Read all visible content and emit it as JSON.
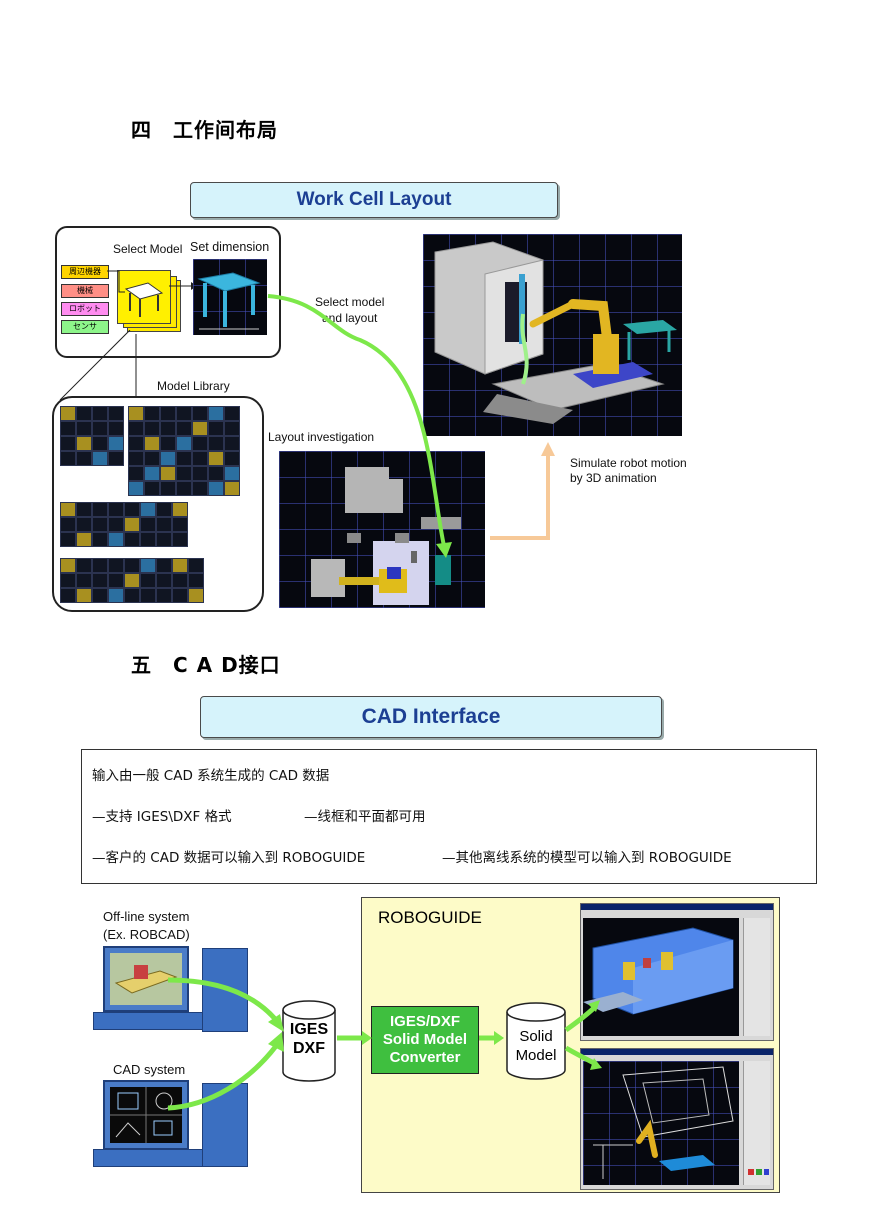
{
  "section4": {
    "heading": "四　工作间布局",
    "title": "Work Cell Layout",
    "select_model": "Select Model",
    "set_dimension": "Set dimension",
    "model_categories": [
      "周辺機器",
      "機械",
      "ロボット",
      "センサ"
    ],
    "category_colors": [
      "#ffd400",
      "#ff8f86",
      "#ff8cf0",
      "#8df58a"
    ],
    "model_library": "Model Library",
    "select_model_layout": "Select model\nand layout",
    "layout_investigation": "Layout investigation",
    "simulate": "Simulate robot motion\nby 3D animation"
  },
  "section5": {
    "heading": "五　C A D接口",
    "title": "CAD Interface",
    "lines": [
      "输入由一般 CAD 系统生成的 CAD 数据",
      "—支持 IGES\\DXF 格式",
      "—线框和平面都可用",
      "—客户的 CAD 数据可以输入到 ROBOGUIDE",
      "—其他离线系统的模型可以输入到 ROBOGUIDE"
    ],
    "offline_system": "Off-line system\n(Ex. ROBCAD)",
    "cad_system": "CAD system",
    "iges_dxf": "IGES\nDXF",
    "roboguide": "ROBOGUIDE",
    "converter": "IGES/DXF\nSolid Model\nConverter",
    "solid_model": "Solid\nModel"
  },
  "colors": {
    "title_text": "#1c3f93",
    "title_bg": "#d6f3fb",
    "arrow_green": "#7de84a",
    "arrow_orange": "#f7c998",
    "roboguide_bg": "#fdfbc8",
    "converter_green": "#3fbf3f",
    "monitor_blue": "#3b6fc1"
  }
}
